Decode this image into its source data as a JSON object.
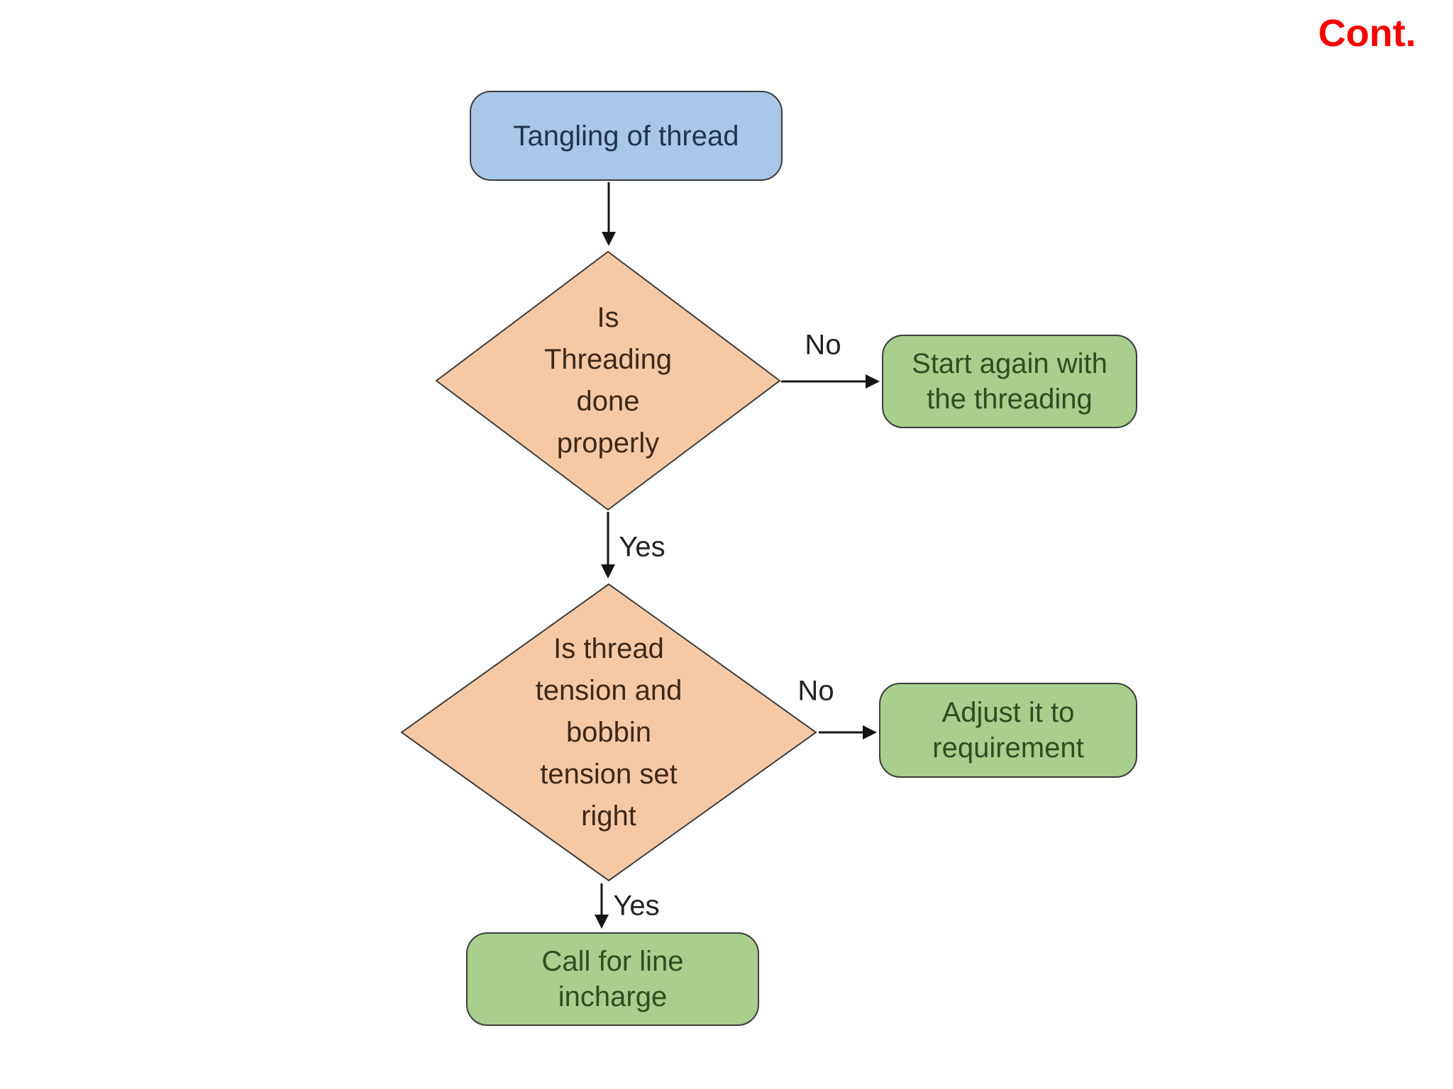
{
  "page": {
    "cont_label": "Cont.",
    "background": "#ffffff"
  },
  "colors": {
    "cont_red": "#f70000",
    "process_fill": "#a9c7e8",
    "process_text": "#1f3450",
    "decision_fill": "#f6c9a6",
    "decision_text": "#3e2817",
    "action_fill": "#a8cf8d",
    "action_text": "#2f4d20",
    "node_border": "#3c3c3c",
    "arrow": "#151515"
  },
  "flowchart": {
    "start": {
      "label": "Tangling of thread"
    },
    "decision1": {
      "lines": [
        "Is",
        "Threading",
        "done",
        "properly"
      ]
    },
    "outcome1": {
      "lines": [
        "Start again with",
        "the threading"
      ]
    },
    "decision2": {
      "lines": [
        "Is thread",
        "tension and",
        "bobbin",
        "tension set",
        "right"
      ]
    },
    "outcome2": {
      "lines": [
        "Adjust it to",
        "requirement"
      ]
    },
    "final": {
      "lines": [
        "Call for line",
        "incharge"
      ]
    },
    "edges": {
      "no1": "No",
      "yes1": "Yes",
      "no2": "No",
      "yes2": "Yes"
    }
  }
}
